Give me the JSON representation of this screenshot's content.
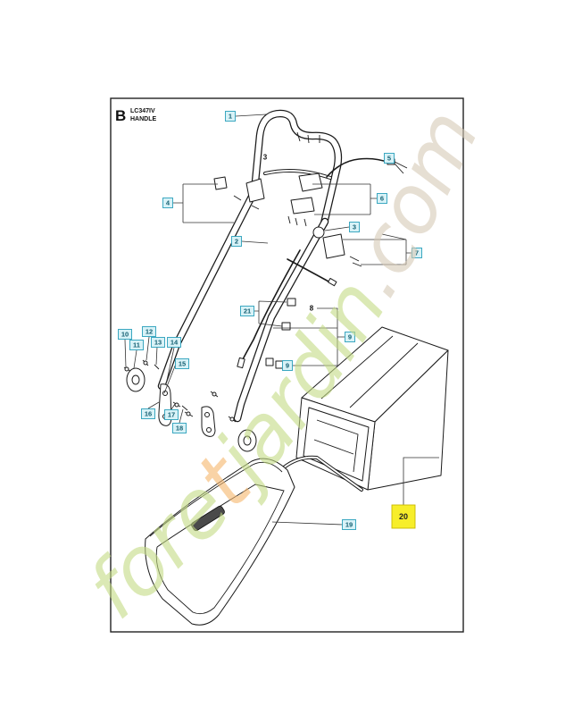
{
  "header": {
    "section_letter": "B",
    "model": "LC347IV",
    "title": "HANDLE"
  },
  "callouts": {
    "c1": "1",
    "c2": "2",
    "c3": "3",
    "c4": "4",
    "c5": "5",
    "c6": "6",
    "c7": "7",
    "c9a": "9",
    "c9b": "9",
    "c10": "10",
    "c11": "11",
    "c12": "12",
    "c13": "13",
    "c14": "14",
    "c15": "15",
    "c16": "16",
    "c17": "17",
    "c18": "18",
    "c19": "19",
    "c20": "20",
    "c21": "21"
  },
  "plain_labels": {
    "l3": "3",
    "l8": "8"
  },
  "watermark": {
    "part1": "fore",
    "part2": "t",
    "part3": "jardin",
    "part4": ".com"
  },
  "colors": {
    "callout_fill": "#d8f2f7",
    "callout_border": "#2a9fbb",
    "highlight_fill": "#f7ee2a",
    "watermark_green": "#c4dc84",
    "watermark_orange": "#f6b66c",
    "watermark_tan": "#d7cab6"
  }
}
